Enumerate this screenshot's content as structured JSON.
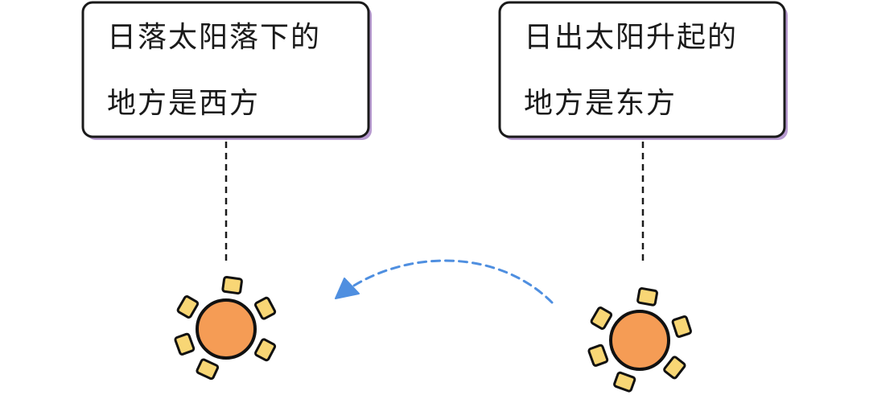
{
  "colors": {
    "box_border": "#1a1a1a",
    "box_shadow": "#b79ad0",
    "connector": "#1a1a1a",
    "arrow": "#4f8fe0",
    "sun_fill": "#f59c55",
    "sun_outline": "#111111",
    "ray_fill": "#f8d675"
  },
  "sunset": {
    "line1": "日落太阳落下的",
    "line2": "地方是西方",
    "icon": "sun-icon"
  },
  "sunrise": {
    "line1": "日出太阳升起的",
    "line2": "地方是东方",
    "icon": "sun-icon"
  },
  "motion_arrow": {
    "style": "dashed",
    "direction": "sunrise-to-sunset",
    "icon": "curved-arrow-icon"
  }
}
